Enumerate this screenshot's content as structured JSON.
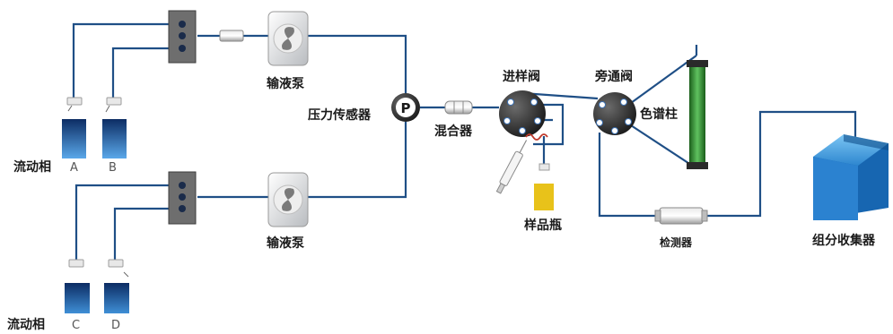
{
  "labels": {
    "mobile_phase_top": "流动相",
    "mobile_phase_bottom": "流动相",
    "bottle_a": "A",
    "bottle_b": "B",
    "bottle_c": "C",
    "bottle_d": "D",
    "pump_top": "输液泵",
    "pump_bottom": "输液泵",
    "pressure_sensor": "压力传感器",
    "pressure_symbol": "P",
    "mixer": "混合器",
    "injection_valve": "进样阀",
    "bypass_valve": "旁通阀",
    "column": "色谱柱",
    "sample_vial": "样品瓶",
    "detector": "检测器",
    "fraction_collector": "组分收集器"
  },
  "colors": {
    "tubing": "#1f4f86",
    "bottle_dark": "#0d2f66",
    "bottle_light": "#4a9be0",
    "column_green": "#2e8a2e",
    "vial_yellow": "#e8c21a",
    "valve_dark": "#2b2b2b"
  }
}
